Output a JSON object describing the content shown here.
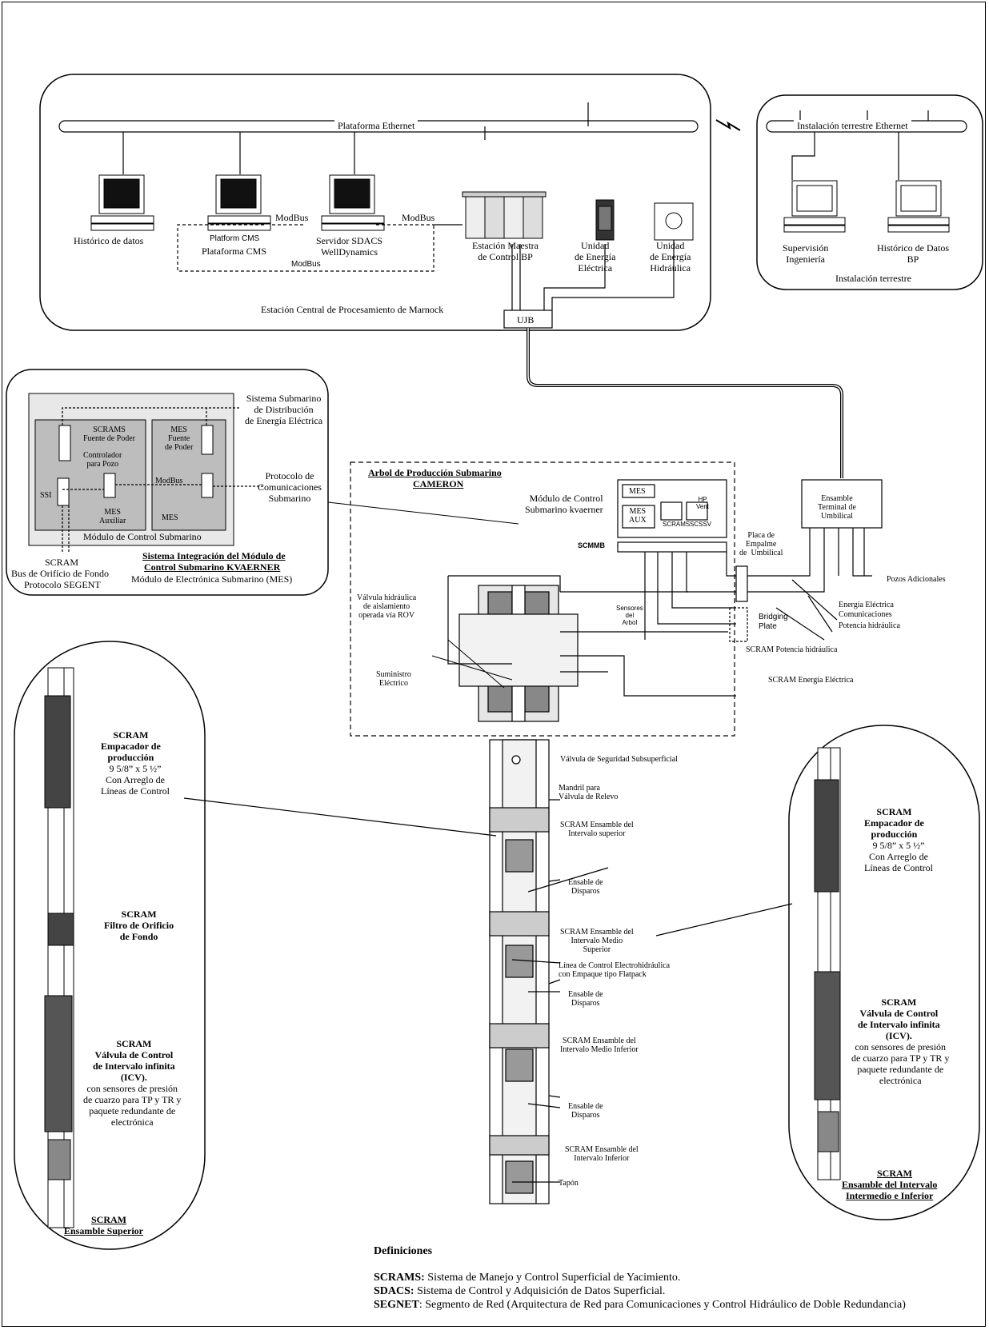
{
  "surface": {
    "ethernet_label": "Plataforma Ethernet",
    "historico": "Histórico de datos",
    "platform_cms_small": "Platform CMS",
    "plataforma_cms": "Plataforma CMS",
    "modbus1": "ModBus",
    "modbus2": "ModBus",
    "modbus3": "ModBus",
    "servidor": "Servidor SDACS\nWellDynamics",
    "estacion_maestra": "Estación Maestra\nde Control BP",
    "unidad_electrica": "Unidad\nde Energía\nEléctrica",
    "unidad_hidraulica": "Unidad\nde Energía\nHidráulica",
    "central": "Estación Central de  Procesamiento de Marnock",
    "ujb": "UJB"
  },
  "onshore": {
    "ethernet_label": "Instalación terrestre Ethernet",
    "supervision": "Supervisión\nIngeniería",
    "historico_bp": "Histórico de Datos\nBP",
    "title": "Instalación terrestre"
  },
  "kvaerner": {
    "sistema_dist": "Sistema Submarino\nde Distribución\nde Energía Eléctrica",
    "scrams_fuente": "SCRAMS\nFuente de Poder",
    "controlador": "Controlador\npara Pozo",
    "ssi": "SSI",
    "mes_auxiliar": "MES\nAuxiliar",
    "mes_fuente": "MES\nFuente\nde Poder",
    "modbus": "ModBus",
    "mes": "MES",
    "protocolo": "Protocolo de\nComunicaciones\nSubmarino",
    "modulo_control": "Módulo de Control Submarino",
    "scram": "SCRAM",
    "bus": "Bus de Orifício de Fondo",
    "segent": "Protocolo SEGENT",
    "title1": "Sistema Integración del Módulo de",
    "title2": "Control Submarino KVAERNER",
    "mes_full": "Módulo de Electrónica Submarino (MES)"
  },
  "tree": {
    "title1": "Arbol de Producción Submarino",
    "title2": "CAMERON",
    "modulo": "Módulo de Control\nSubmarino kvaerner",
    "mes": "MES",
    "mes_aux": "MES\nAUX",
    "hp_vent": "HP\nVent",
    "scrams": "SCRAMS",
    "scssv": "SCSSV",
    "scmmb": "SCMMB",
    "valvula_rov": "Válvula hidráulica\nde aislamiento\noperada vía ROV",
    "sensores": "Sensores\ndel\nArbol",
    "suministro": "Suministro\nEléctrico",
    "placa": "Placa de\nEmpalme\nde  Umbilical",
    "bridging": "Bridging\nPlate",
    "ensamble_terminal": "Ensamble\nTerminal de\nUmbilical",
    "pozos": "Pozos Adicionales",
    "energia": "Energía Eléctrica",
    "comunicaciones": "Comunicaciones",
    "potencia": "Potencia hidráulica",
    "scram_potencia": "SCRAM Potencia hidráulica",
    "scram_energia": "SCRAM Energía Eléctrica"
  },
  "well": {
    "valvula_seg": "Válvula de Seguridad Subsuperficial",
    "mandril": "Mandril para\nVálvula de Relevo",
    "int_superior": "SCRAM Ensamble del\nIntervalo superior",
    "disparos1": "Ensable de\nDisparos",
    "int_medio_sup": "SCRAM Ensamble del\nIntervalo Medio\nSuperior",
    "linea_control": "Línea de Control Electrohidráulica\ncon Empaque tipo Flatpack",
    "disparos2": "Ensable de\nDisparos",
    "int_medio_inf": "SCRAM Ensamble del\nIntervalo Medio Inferior",
    "disparos3": "Ensable de\nDisparos",
    "int_inferior": "SCRAM Ensamble del\nIntervalo Inferior",
    "tapon": "Tapón"
  },
  "left_assembly": {
    "empacador": "SCRAM\nEmpacador de\nproducción",
    "empacador_size": "9 5/8” x 5 ½”\nCon Arreglo de\nLíneas de Control",
    "filtro": "SCRAM\nFiltro de Orificio\nde Fondo",
    "icv": "SCRAM\nVálvula de Control\nde Intervalo infinita\n(ICV).",
    "icv_desc": "con sensores de presión\nde cuarzo para TP y TR y\npaquete redundante de\nelectrónica",
    "title1": "SCRAM",
    "title2": "Ensamble Superior"
  },
  "right_assembly": {
    "empacador": "SCRAM\nEmpacador de\nproducción",
    "empacador_size": "9 5/8” x 5 ½”\nCon Arreglo de\nLíneas de Control",
    "icv": "SCRAM\nVálvula de Control\nde Intervalo infinita\n(ICV).",
    "icv_desc": "con sensores de presión\nde cuarzo para TP y TR y\npaquete redundante de\nelectrónica",
    "title1": "SCRAM",
    "title2": "Ensamble del Intervalo\nIntermedio e Inferior"
  },
  "definitions": {
    "heading": "Definiciones",
    "items": [
      {
        "term": "SCRAMS:",
        "text": " Sistema de Manejo y Control Superficial de Yacimiento."
      },
      {
        "term": "SDACS:",
        "text": " Sistema de Control y Adquisición de Datos Superficial."
      },
      {
        "term": "SEGNET",
        "text": ": Segmento de Red (Arquitectura de Red para Comunicaciones y Control Hidráulico de Doble Redundancia)"
      }
    ]
  }
}
